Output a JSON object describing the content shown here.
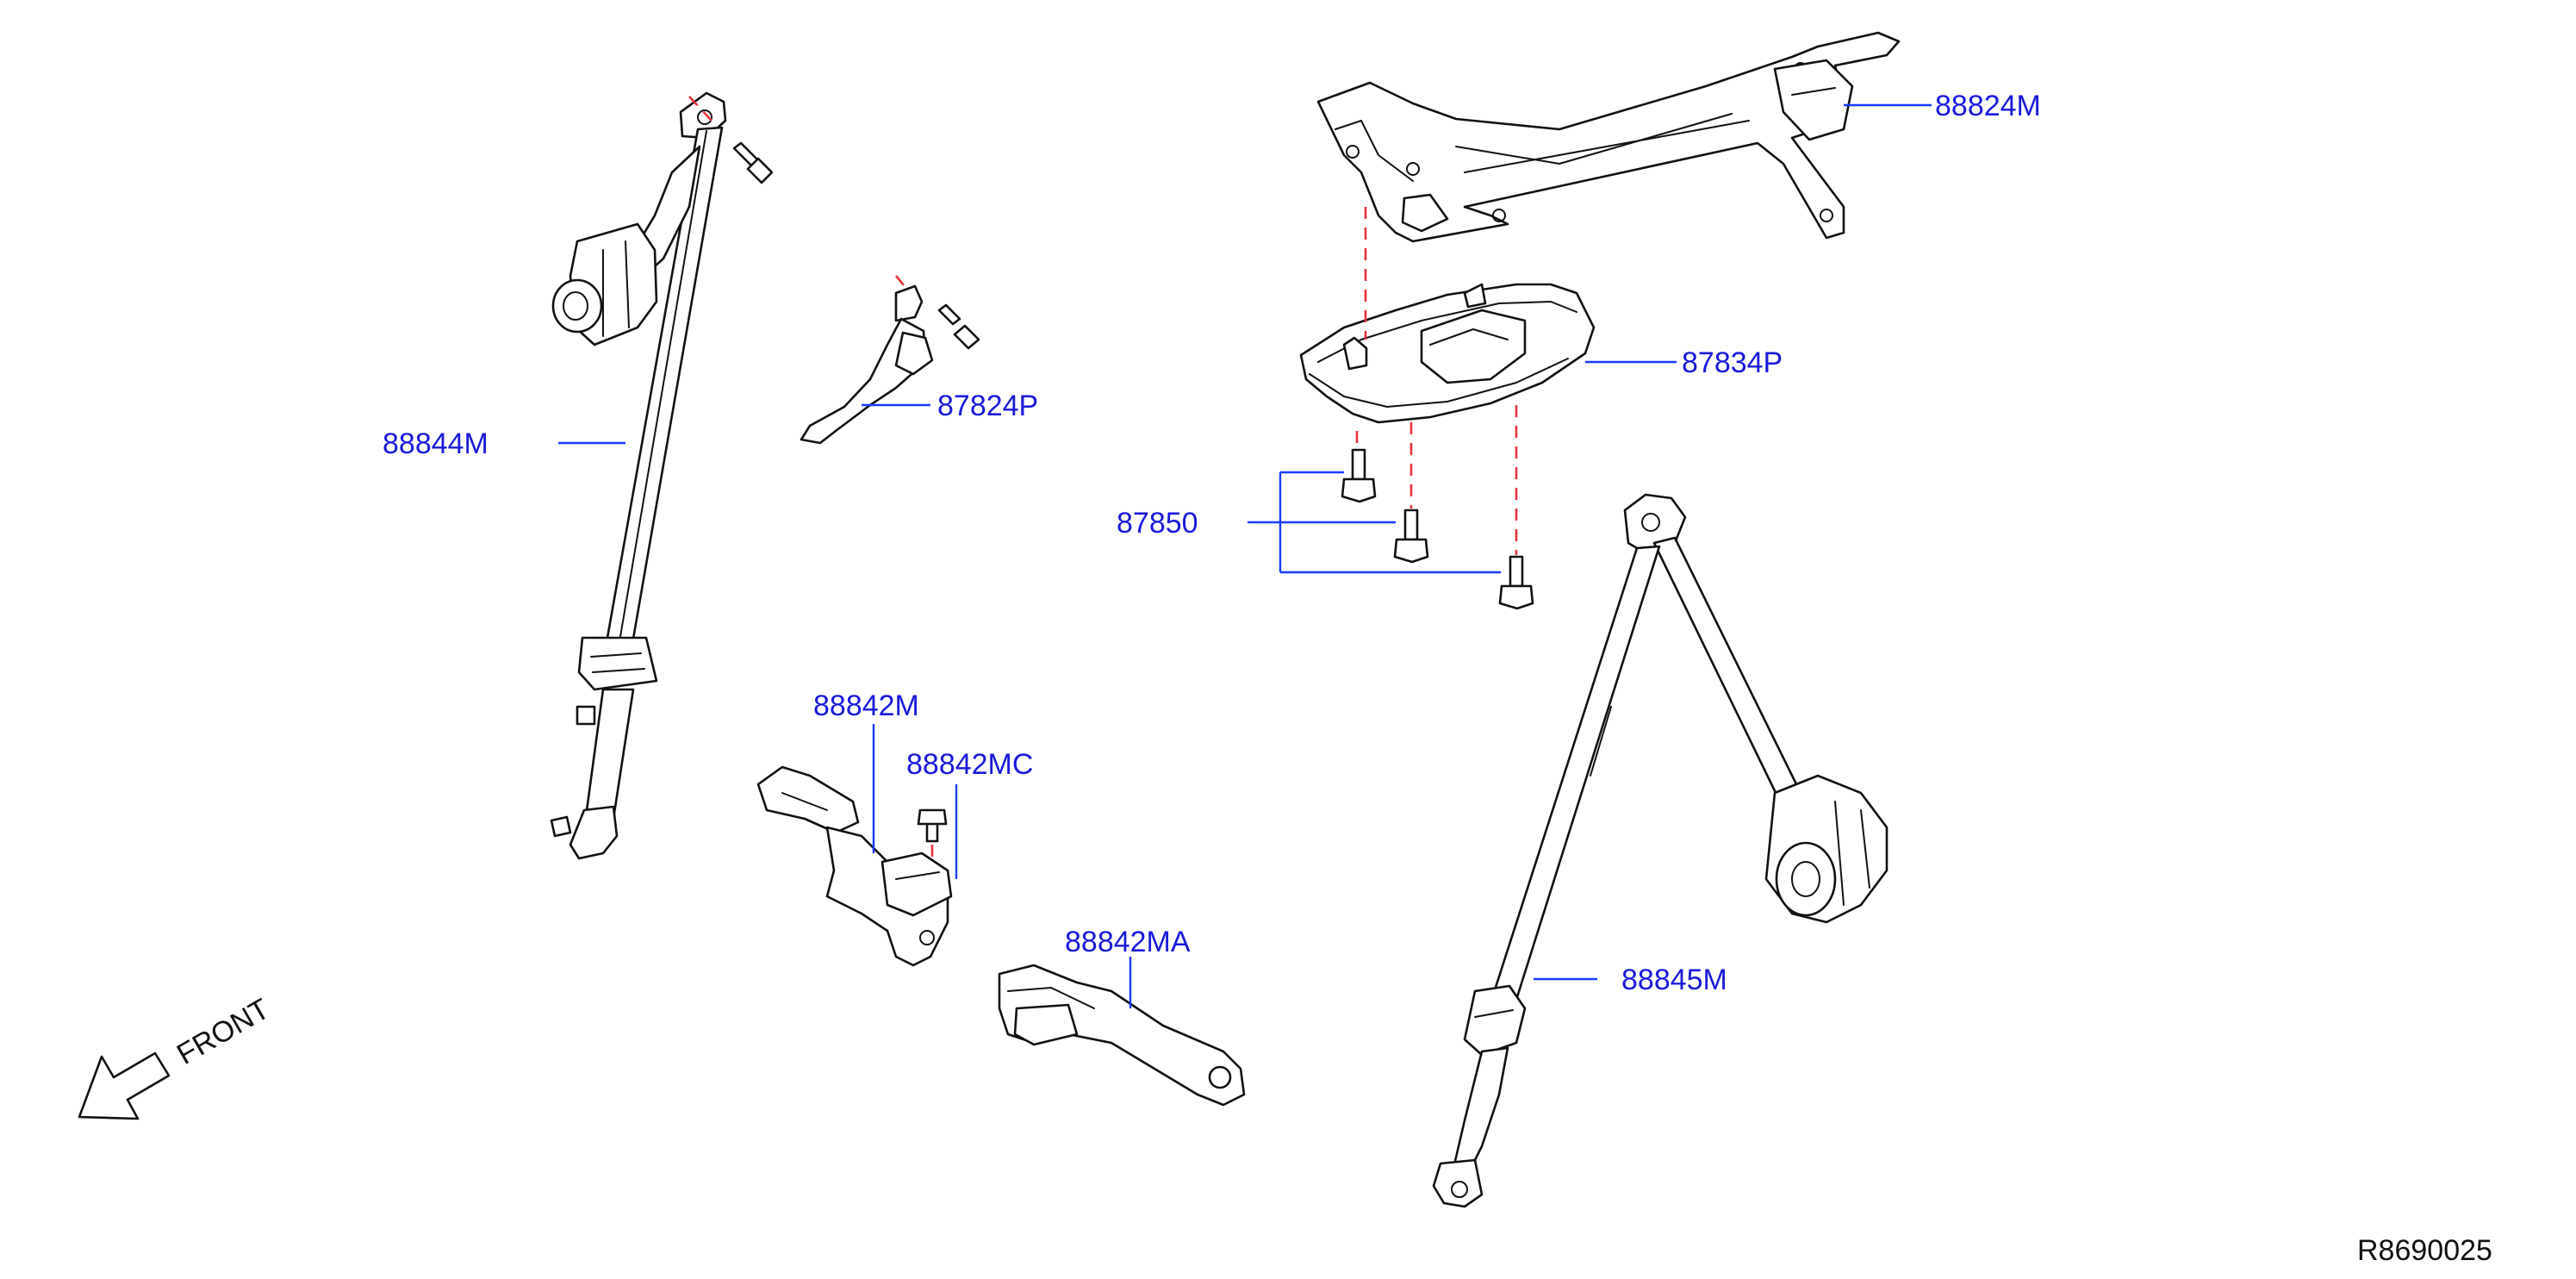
{
  "labels": {
    "p88824M": "88824M",
    "p87834P": "87834P",
    "p87850": "87850",
    "p87824P": "87824P",
    "p88844M": "88844M",
    "p88842M": "88842M",
    "p88842MC": "88842MC",
    "p88842MA": "88842MA",
    "p88845M": "88845M"
  },
  "front_text": "FRONT",
  "diagram_code": "R8690025",
  "colors": {
    "label": "#1a1adb",
    "leader": "#1a3cff",
    "dashed_guide": "#e8323c",
    "line_art": "#111111"
  }
}
